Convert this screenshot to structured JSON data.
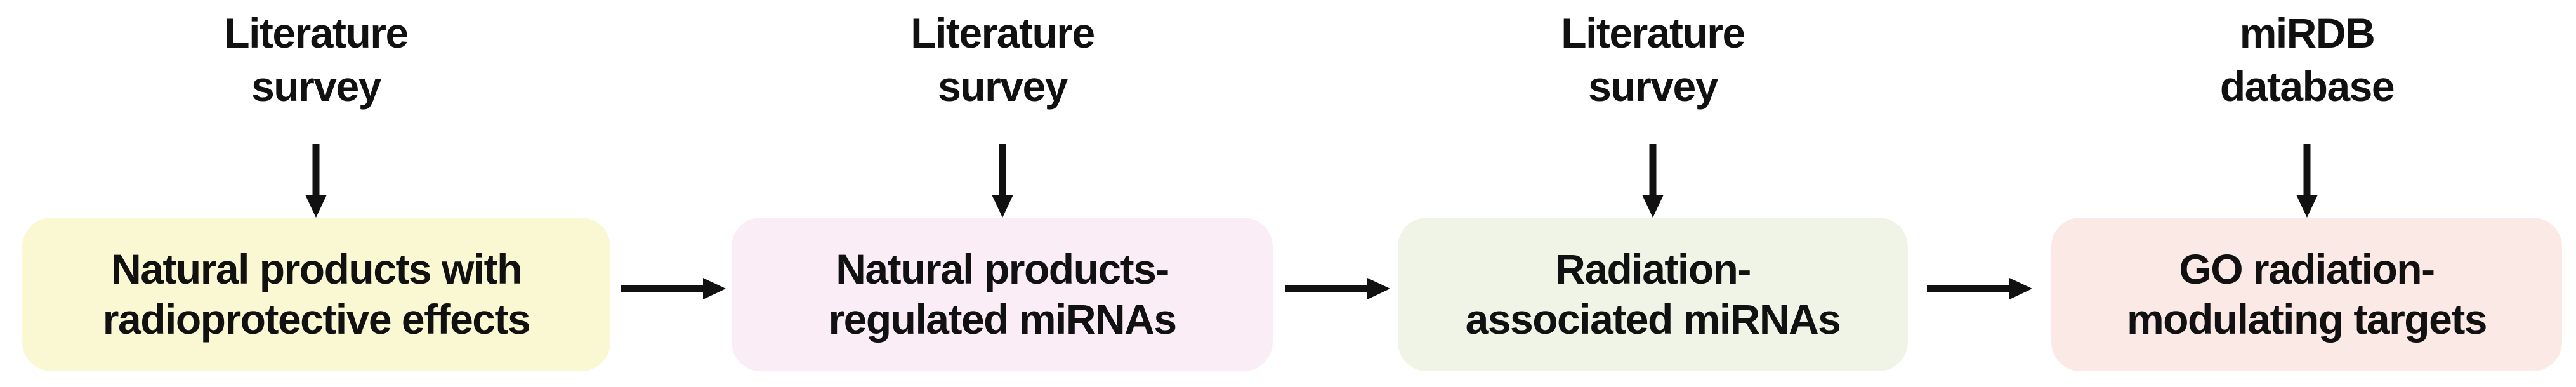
{
  "diagram": {
    "background_color": "#ffffff",
    "text_color": "#111111",
    "arrow_color": "#111111",
    "steps": [
      {
        "source": {
          "line1": "Literature",
          "line2": "survey"
        },
        "box": {
          "line1": "Natural products with",
          "line2": "radioprotective effects",
          "color": "#FAF8D3"
        }
      },
      {
        "source": {
          "line1": "Literature",
          "line2": "survey"
        },
        "box": {
          "line1": "Natural products-",
          "line2": "regulated miRNAs",
          "color": "#FBEDF6"
        }
      },
      {
        "source": {
          "line1": "Literature",
          "line2": "survey"
        },
        "box": {
          "line1": "Radiation-",
          "line2": "associated miRNAs",
          "color": "#F0F4E6"
        }
      },
      {
        "source": {
          "line1": "miRDB",
          "line2": "database"
        },
        "box": {
          "line1": "GO radiation-",
          "line2": "modulating targets",
          "color": "#FBE9E6"
        }
      }
    ]
  }
}
